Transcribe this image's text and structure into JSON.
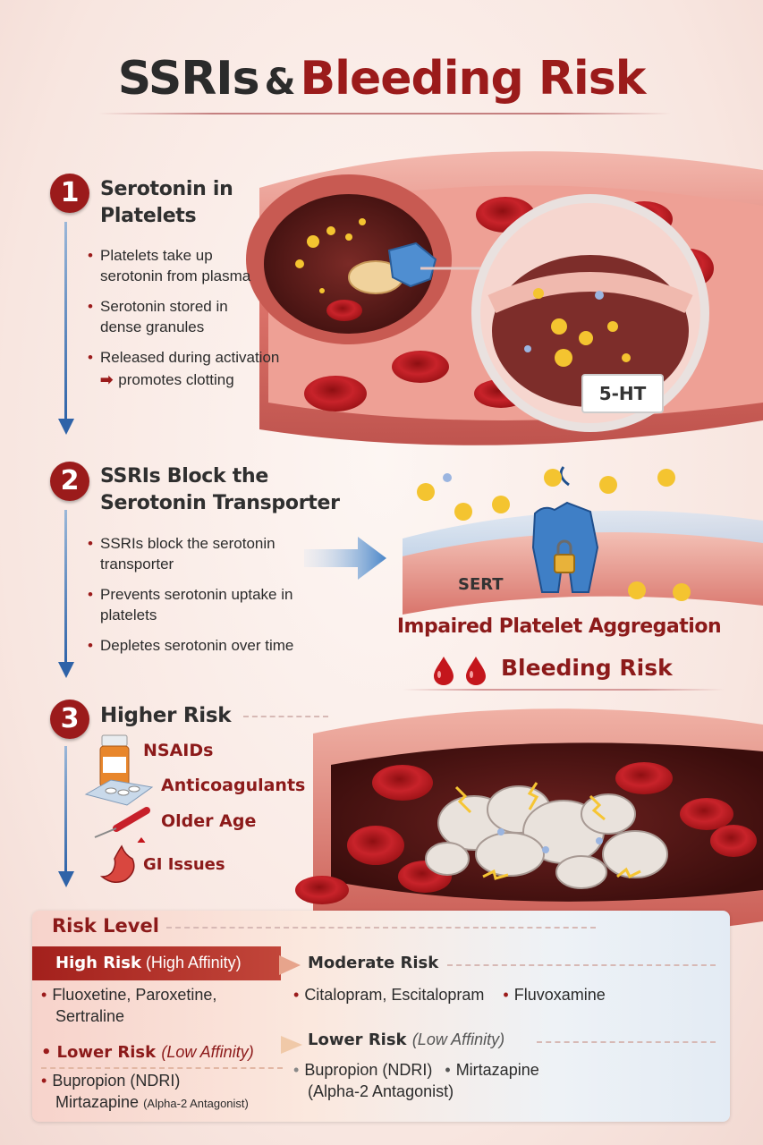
{
  "title": {
    "part1": "SSRIs",
    "amp": "&",
    "part2": "Bleeding Risk"
  },
  "section1": {
    "number": "1",
    "title_line1": "Serotonin in",
    "title_line2": "Platelets",
    "bullets": [
      "Platelets take up serotonin from plasma",
      "Serotonin stored in dense granules",
      "Released during activation"
    ],
    "arrow_text": "promotes clotting",
    "label": "5-HT"
  },
  "section2": {
    "number": "2",
    "title_line1": "SSRIs Block the",
    "title_line2": "Serotonin Transporter",
    "bullets": [
      "SSRIs block the serotonin transporter",
      "Prevents serotonin uptake in platelets",
      "Depletes serotonin over time"
    ],
    "label": "SERT",
    "impaired": "Impaired Platelet Aggregation",
    "bleeding": "Bleeding Risk"
  },
  "section3": {
    "number": "3",
    "title": "Higher Risk",
    "items": [
      "NSAIDs",
      "Anticoagulants",
      "Older Age",
      "GI Issues"
    ]
  },
  "risk_panel": {
    "title": "Risk Level",
    "high": {
      "label": "High Risk",
      "qualifier": "(High Affinity)",
      "drugs_line1": "Fluoxetine, Paroxetine,",
      "drugs_line2": "Sertraline"
    },
    "lower_left": {
      "label": "Lower Risk",
      "qualifier": "(Low Affinity)",
      "line1": "Bupropion (NDRI)",
      "line2": "Mirtazapine",
      "line2_note": "(Alpha-2 Antagonist)"
    },
    "moderate": {
      "label": "Moderate Risk",
      "drugs1": "Citalopram, Escitalopram",
      "drugs2": "Fluvoxamine"
    },
    "lower_right": {
      "label": "Lower Risk",
      "qualifier": "(Low Affinity)",
      "drugs1": "Bupropion (NDRI)",
      "drugs2": "Mirtazapine",
      "note": "(Alpha-2 Antagonist)"
    }
  },
  "colors": {
    "accent_red": "#9b1b1b",
    "arrow_blue": "#2f63a8",
    "vessel": "#c9504a"
  }
}
